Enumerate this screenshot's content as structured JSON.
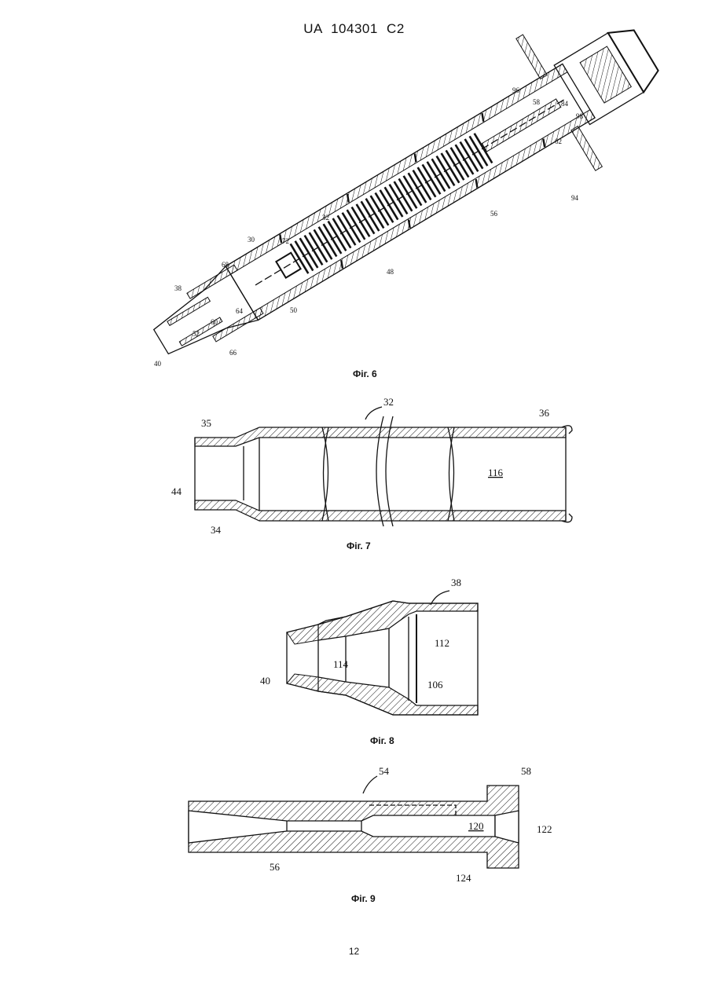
{
  "header": {
    "patent_number": "UA   104301   C2"
  },
  "figures": [
    {
      "caption": "Фіг. 6",
      "labels": [
        "96",
        "58",
        "84",
        "98",
        "62",
        "94",
        "32",
        "30",
        "72",
        "56",
        "48",
        "68",
        "50",
        "38",
        "64",
        "60",
        "52",
        "66",
        "40"
      ]
    },
    {
      "caption": "Фіг. 7",
      "labels": [
        "32",
        "35",
        "36",
        "44",
        "116",
        "34"
      ]
    },
    {
      "caption": "Фіг. 8",
      "labels": [
        "38",
        "112",
        "114",
        "106",
        "40"
      ]
    },
    {
      "caption": "Фіг. 9",
      "labels": [
        "54",
        "58",
        "120",
        "122",
        "56",
        "124"
      ]
    }
  ],
  "footer": {
    "page_number": "12"
  }
}
